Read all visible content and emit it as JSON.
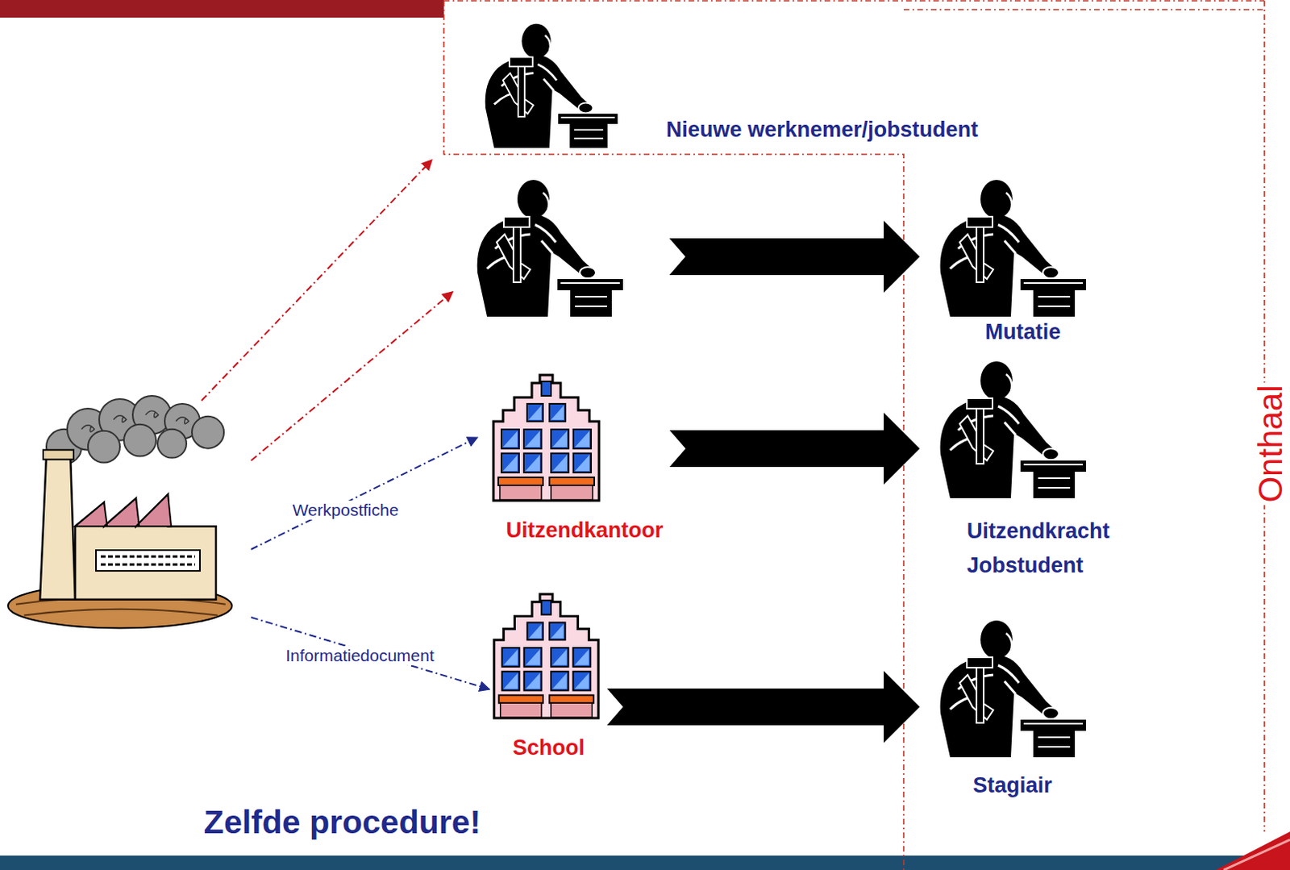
{
  "diagram": {
    "nodes": [
      {
        "text": [
          "Nieuwe werknemer/jobstudent"
        ]
      },
      {
        "text": [
          "Uitzendkantoor"
        ]
      },
      {
        "text": [
          "School"
        ]
      },
      {
        "text": [
          "Mutatie"
        ]
      },
      {
        "text": [
          "Uitzendkracht Jobstudent"
        ]
      },
      {
        "text": [
          "Stagiair"
        ]
      }
    ],
    "edges": [
      {
        "from": 1,
        "to": 4,
        "arrow": "to"
      },
      {
        "from": 2,
        "to": 5,
        "arrow": "to"
      }
    ],
    "labels": [
      "Werkpostfiche",
      "Informatiedocument",
      "Zelfde procedure!",
      "Onthaal"
    ]
  }
}
